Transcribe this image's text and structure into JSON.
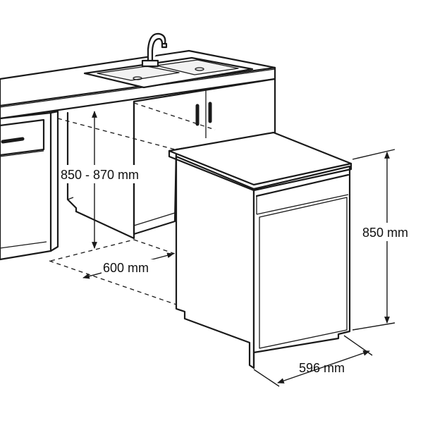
{
  "dimensions": {
    "counter_height": "850 - 870 mm",
    "cabinet_depth": "600 mm",
    "appliance_height": "850 mm",
    "appliance_width": "596 mm"
  }
}
